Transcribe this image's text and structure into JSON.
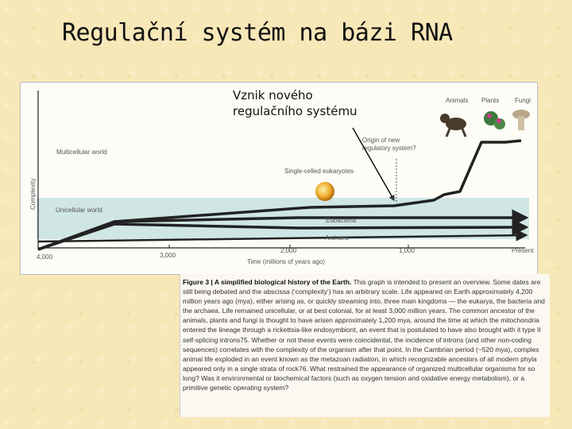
{
  "slide_title": "Regulační systém na bázi RNA",
  "annotation": {
    "line1": "Vznik nového",
    "line2": "regulačního systému"
  },
  "figure": {
    "y_axis_label": "Complexity",
    "x_axis_label": "Time (millions of years ago)",
    "x_ticks": [
      "4,000",
      "3,000",
      "2,000",
      "1,000",
      "Present"
    ],
    "world_labels": {
      "multicellular": "Multicellular world",
      "unicellular": "Unicellular world"
    },
    "lineage_labels": {
      "eukaryotes": "Single-celled eukaryotes",
      "eubacteria": "Eubacteria",
      "archaea": "Archaea"
    },
    "origin_label_line1": "Origin of new",
    "origin_label_line2": "regulatory system?",
    "kingdoms": {
      "animals": "Animals",
      "plants": "Plants",
      "fungi": "Fungi"
    }
  },
  "caption": {
    "figure_id": "Figure 3 | A simplified biological history of the Earth.",
    "text": "This graph is intended to present an overview. Some dates are still being debated and the abscissa (‘complexity’) has an arbitrary scale. Life appeared on Earth approximately 4,200 million years ago (mya), either arising as, or quickly streaming into, three main kingdoms — the eukarya, the bacteria and the archaea. Life remained unicellular, or at best colonial, for at least 3,000 million years. The common ancestor of the animals, plants and fungi is thought to have arisen approximately 1,200 mya, around the time at which the mitochondria entered the lineage through a rickettsia-like endosymbiont, an event that is postulated to have also brought with it type II self-splicing introns75. Whether or not these events were coincidental, the incidence of introns (and other non-coding sequences) correlates with the complexity of the organism after that point. In the Cambrian period (~520 mya), complex animal life exploded in an event known as the metazoan radiation, in which recognizable ancestors of all modern phyla appeared only in a single strata of rock76. What restrained the appearance of organized multicellular organisms for so long? Was it environmental or biochemical factors (such as oxygen tension and oxidative energy metabolism), or a primitive genetic operating system?"
  }
}
